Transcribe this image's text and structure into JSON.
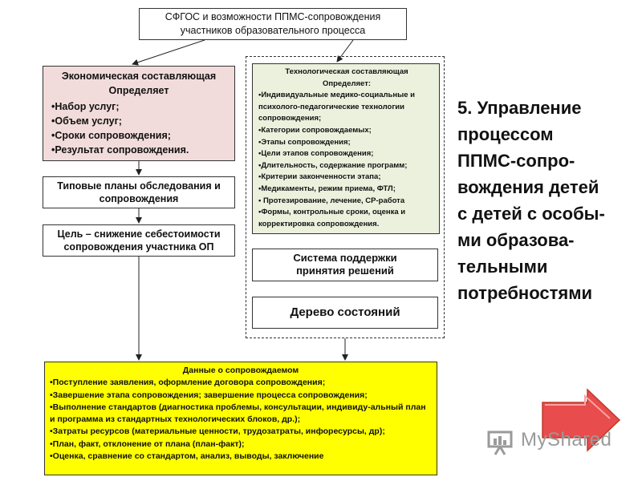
{
  "top_box": {
    "line1": "СФГОС и возможности ППМС-сопровождения",
    "line2": "участников образовательного процесса"
  },
  "economic": {
    "title": "Экономическая составляющая",
    "subtitle": "Определяет",
    "items": [
      "•Набор услуг;",
      "•Объем услуг;",
      "•Сроки сопровождения;",
      "•Результат сопровождения."
    ]
  },
  "plans_box": {
    "line1": "Типовые планы обследования и",
    "line2": "сопровождения"
  },
  "goal_box": {
    "line1": "Цель – снижение себестоимости",
    "line2": "сопровождения участника ОП"
  },
  "technological": {
    "title": "Технологическая составляющая",
    "subtitle": "Определяет:",
    "items": [
      "•Индивидуальные медико-социальные и психолого-педагогические технологии сопровождения;",
      "•Категории сопровождаемых;",
      "•Этапы сопровождения;",
      "•Цели этапов сопровождения;",
      "•Длительность, содержание программ;",
      "•Критерии законченности этапа;",
      "•Медикаменты, режим приема, ФТЛ;",
      "• Протезирование, лечение, СР-работа",
      "•Формы, контрольные сроки, оценка и корректировка сопровождения."
    ]
  },
  "support_box": {
    "line1": "Система поддержки",
    "line2": "принятия решений"
  },
  "tree_box": {
    "label": "Дерево состояний"
  },
  "data_box": {
    "title": "Данные о сопровождаемом",
    "items": [
      "•Поступление заявления, оформление договора сопровождения;",
      "•Завершение этапа сопровождения; завершение процесса сопровождения;",
      "•Выполнение стандартов (диагностика проблемы, консультации, индивиду-альный план и программа из стандартных технологических блоков, др.);",
      "•Затраты ресурсов (материальные ценности, трудозатраты, инфоресурсы, др);",
      "•План, факт, отклонение от плана (план-факт);",
      "•Оценка, сравнение со стандартом, анализ, выводы, заключение"
    ]
  },
  "side_title": {
    "lines": [
      "5. Управление",
      "процессом",
      "ППМС-сопро-",
      "вождения детей",
      "с детей с особы-",
      "ми образова-",
      "тельными",
      "потребностями"
    ]
  },
  "logo": {
    "text": "MyShared"
  },
  "colors": {
    "economic_bg": "#f2dcdb",
    "tech_bg": "#ebf1dd",
    "data_bg": "#ffff00",
    "nav_arrow": "#e84c4c"
  }
}
